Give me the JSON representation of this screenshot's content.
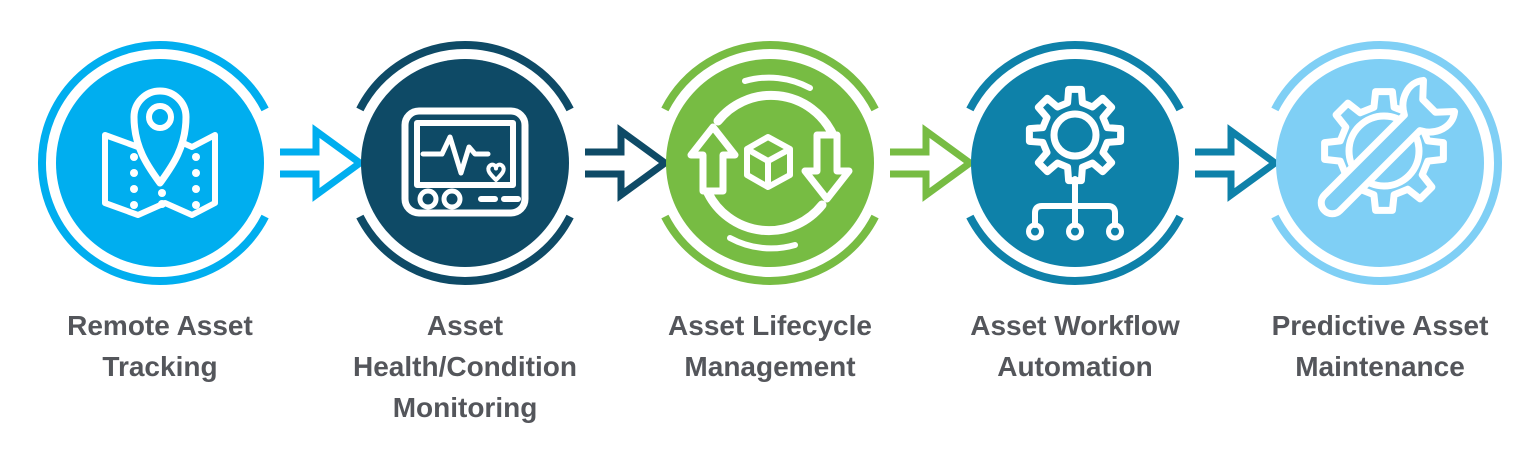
{
  "page": {
    "background": "#FFFFFF"
  },
  "diagram": {
    "type": "process-flow",
    "label_color": "#54565B",
    "steps": [
      {
        "label": "Remote Asset\nTracking",
        "color": "#00AEEF",
        "icon": "map-location-pin-icon"
      },
      {
        "label": "Asset\nHealth/Condition\nMonitoring",
        "color": "#0E4A66",
        "icon": "health-monitor-icon"
      },
      {
        "label": "Asset Lifecycle\nManagement",
        "color": "#77BC43",
        "icon": "lifecycle-cube-icon"
      },
      {
        "label": "Asset Workflow\nAutomation",
        "color": "#0E81A9",
        "icon": "gear-workflow-icon"
      },
      {
        "label": "Predictive Asset\nMaintenance",
        "color": "#7FCFF5",
        "icon": "gear-wrench-icon"
      }
    ],
    "arrows": [
      {
        "color": "#00AEEF"
      },
      {
        "color": "#0E4A66"
      },
      {
        "color": "#77BC43"
      },
      {
        "color": "#0E81A9"
      }
    ]
  }
}
